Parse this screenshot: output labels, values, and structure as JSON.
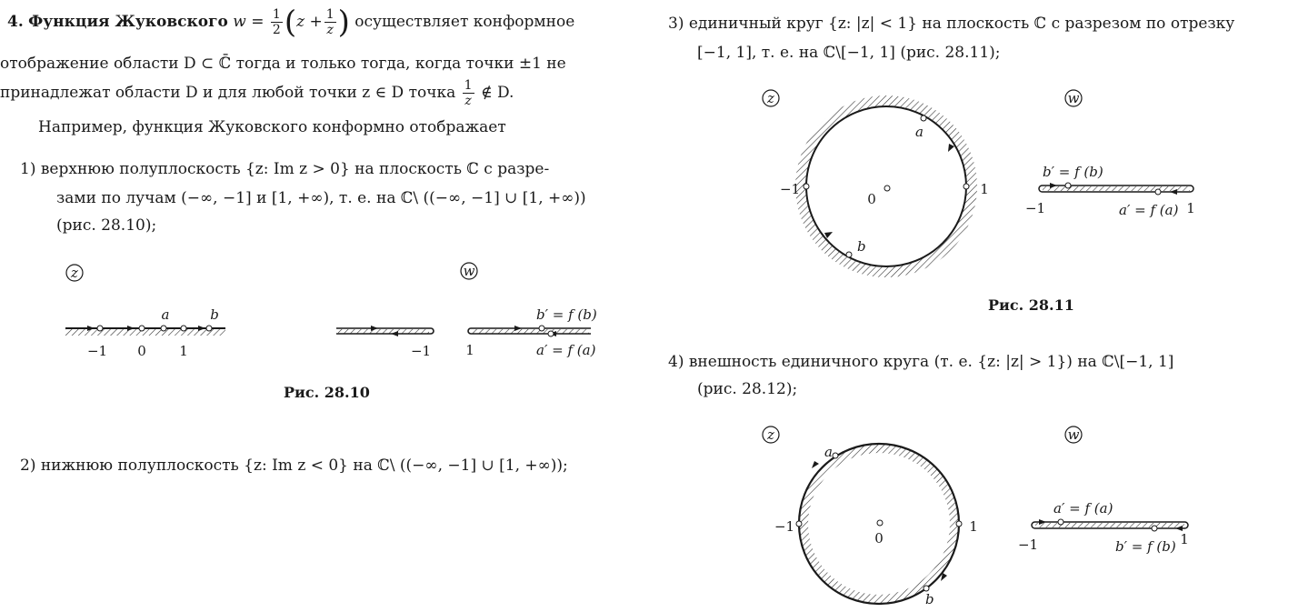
{
  "left": {
    "item4": {
      "number": "4.",
      "title": "Функция Жуковского",
      "w_eq": "w =",
      "half_num": "1",
      "half_den": "2",
      "z_plus": "z +",
      "one": "1",
      "z": "z",
      "tail1": "осуществляет конформное",
      "line2": "отображение области D ⊂ ℂ̄ тогда и только тогда, когда точки ±1 не",
      "line3a": "принадлежат области D и для любой точки z ∈ D точка",
      "line3b": "∉ D."
    },
    "example": "Например, функция Жуковского конформно отображает",
    "case1": {
      "line1": "1) верхнюю полуплоскость {z: Im z > 0} на плоскость ℂ с разре-",
      "line2": "зами по лучам (−∞, −1] и [1, +∞), т. е. на ℂ\\ ((−∞, −1] ∪ [1, +∞))",
      "line3": "(рис. 28.10);"
    },
    "fig1": {
      "caption": "Рис. 28.10",
      "z_plane": "z",
      "w_plane": "w",
      "lab_a": "a",
      "lab_b": "b",
      "tick_m1": "−1",
      "tick_0": "0",
      "tick_1": "1",
      "w_m1": "−1",
      "w_1": "1",
      "w_bprime": "b′ = f (b)",
      "w_aprime": "a′ = f (a)"
    },
    "case2": "2) нижнюю полуплоскость {z: Im z < 0} на ℂ\\ ((−∞, −1] ∪ [1, +∞));"
  },
  "right": {
    "case3": {
      "line1": "3) единичный круг {z: |z| < 1} на плоскость ℂ с разрезом по отрезку",
      "line2": "[−1, 1], т. е. на ℂ\\[−1, 1] (рис. 28.11);"
    },
    "fig2": {
      "caption": "Рис. 28.11",
      "z_plane": "z",
      "w_plane": "w",
      "lab_a": "a",
      "lab_b": "b",
      "m1": "−1",
      "zero": "0",
      "one": "1",
      "w_bprime": "b′ = f (b)",
      "w_aprime": "a′ = f (a)",
      "w_m1": "−1",
      "w_1": "1"
    },
    "case4": {
      "line1": "4) внешность единичного круга (т. е. {z: |z| > 1}) на ℂ\\[−1, 1]",
      "line2": "(рис. 28.12);"
    },
    "fig3": {
      "z_plane": "z",
      "w_plane": "w",
      "lab_a": "a",
      "lab_b": "b",
      "m1": "−1",
      "zero": "0",
      "one": "1",
      "w_aprime": "a′ = f (a)",
      "w_bprime": "b′ = f (b)",
      "w_m1": "−1",
      "w_1": "1"
    }
  }
}
